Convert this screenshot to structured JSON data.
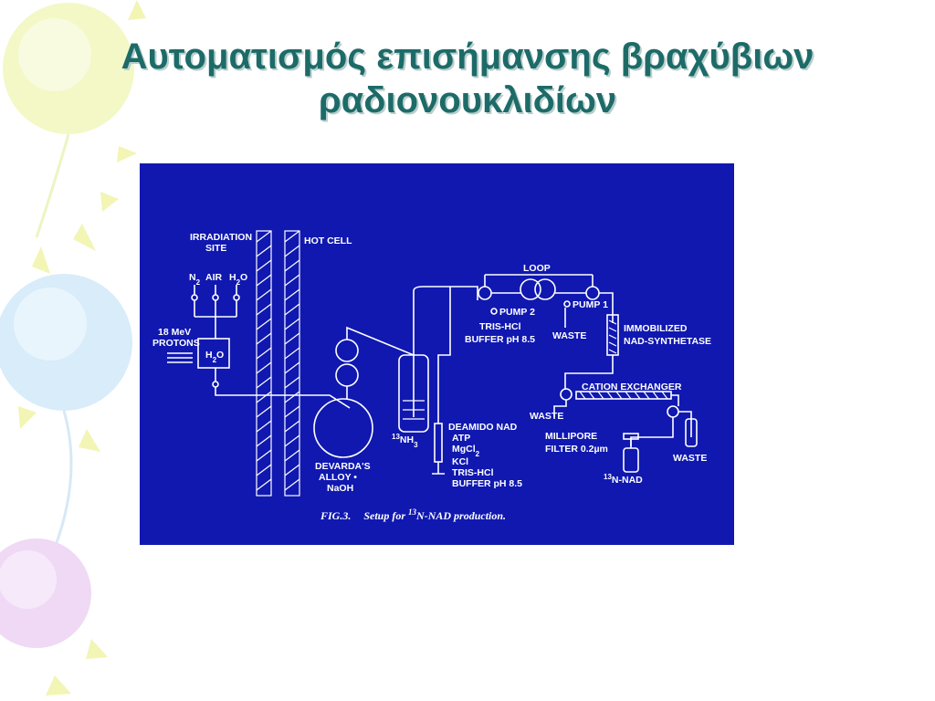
{
  "slide": {
    "title_line1": "Αυτοματισμός επισήμανσης βραχύβιων",
    "title_line2": "ραδιονουκλιδίων"
  },
  "colors": {
    "title": "#1d6b68",
    "figure_bg": "#1018b0",
    "figure_fg": "#ffffff"
  },
  "figure": {
    "labels": {
      "irradiation_1": "IRRADIATION",
      "irradiation_2": "SITE",
      "hot_cell": "HOT CELL",
      "n2": "N",
      "n2_sub": "2",
      "air": "AIR",
      "h2o_top": "H",
      "h2o_top_o": "O",
      "h2o_top_sub": "2",
      "protons_1": "18 MeV",
      "protons_2": "PROTONS",
      "h2o_box": "H",
      "h2o_box_o": "O",
      "h2o_box_sub": "2",
      "devarda_1": "DEVARDA'S",
      "devarda_2": "ALLOY •",
      "devarda_3": "NaOH",
      "nh3_sup": "13",
      "nh3": "NH",
      "nh3_sub": "3",
      "loop": "LOOP",
      "pump2": "PUMP 2",
      "pump1": "PUMP 1",
      "tris_1": "TRIS-HCl",
      "tris_2": "BUFFER pH 8.5",
      "waste_top": "WASTE",
      "immob_1": "IMMOBILIZED",
      "immob_2": "NAD-SYNTHETASE",
      "cation": "CATION EXCHANGER",
      "waste_mid": "WASTE",
      "deamido_1": "DEAMIDO NAD",
      "deamido_2": "ATP",
      "deamido_3": "MgCl",
      "deamido_3_sub": "2",
      "deamido_4": "KCl",
      "deamido_5": "TRIS-HCl",
      "deamido_6": "BUFFER pH 8.5",
      "millipore_1": "MILLIPORE",
      "millipore_2": "FILTER 0.2µm",
      "waste_right": "WASTE",
      "nad_sup": "13",
      "nad": "N-NAD"
    },
    "caption_fig": "FIG.3.",
    "caption_text": "Setup for ",
    "caption_sup": "13",
    "caption_end": "N-NAD production."
  }
}
